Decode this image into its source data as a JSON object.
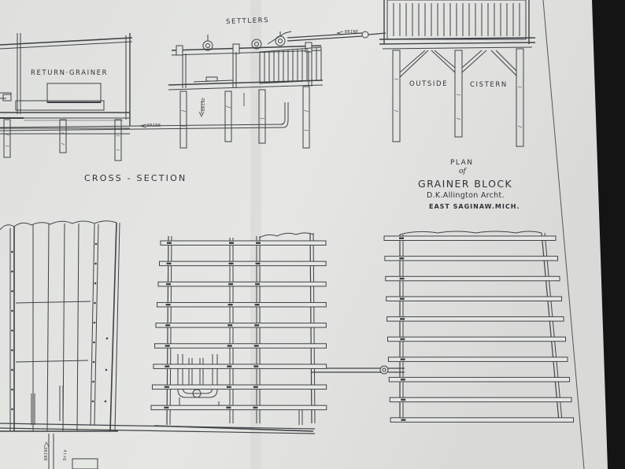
{
  "labels": {
    "settlers": "SETTLERS",
    "return_grainer": "RETURN·GRAINER",
    "outside": "OUTSIDE",
    "cistern": "CISTERN",
    "cross_section": "CROSS - SECTION",
    "plan": "PLAN",
    "of": "of",
    "grainer_block": "GRAINER BLOCK",
    "architect": "D.K.Allington Archt.",
    "city": "EAST SAGINAW.MICH.",
    "brine": "BRINE",
    "drip": "Drip"
  },
  "colors": {
    "paper": "#e4e5e2",
    "line": "#3e4246",
    "background": "#141414"
  }
}
